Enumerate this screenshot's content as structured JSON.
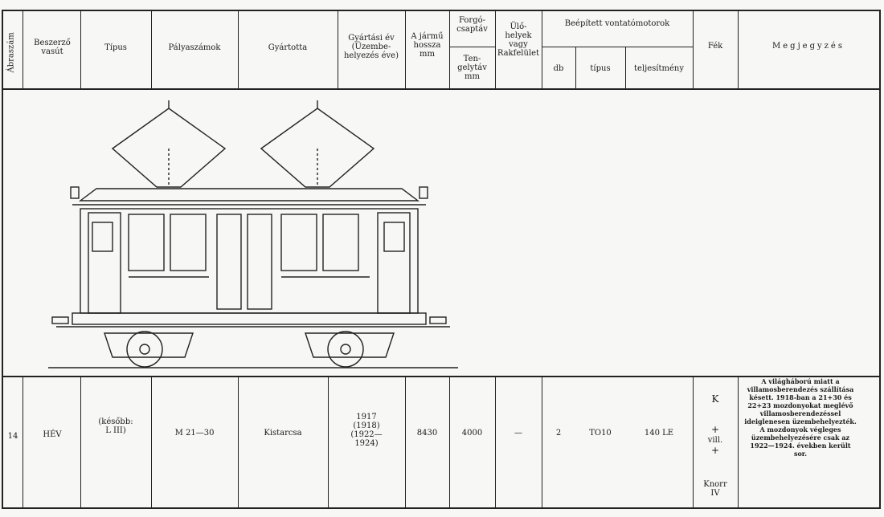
{
  "header": {
    "col_abraszam": "Ábraszám",
    "col_beszerzo": "Beszerző\nvasút",
    "col_tipus": "Típus",
    "col_palyaszamok": "Pályaszámok",
    "col_gyartotta": "Gyártotta",
    "col_gyartasi_ev": "Gyártási év\n(Üzembe-\nhelyezés éve)",
    "col_jarmu_hossza": "A jármű\nhossza\nmm",
    "col_forgocsaptav": "Forgó-\ncsaptáv",
    "col_tengelytav": "Ten-\ngelytáv\nmm",
    "col_ulohelyek": "Ülő-\nhelyek\nvagy\nRakfelület",
    "col_beepitett": "Beépített vontatómotorok",
    "col_db": "db",
    "col_motor_tipus": "típus",
    "col_teljesitmeny": "teljesítmény",
    "col_fek": "Fék",
    "col_megjegyzes": "Megjegyzés"
  },
  "row": {
    "abraszam": "14",
    "beszerzo": "HÉV",
    "tipus": "(később:\nL III)",
    "palyaszamok": "M 21—30",
    "gyartotta": "Kistarcsa",
    "gyartasi_ev": "1917\n(1918)\n(1922—\n1924)",
    "hossza": "8430",
    "tengelytav": "4000",
    "ulohelyek": "—",
    "db": "2",
    "motor_tipus": "TO10",
    "teljesitmeny": "140 LE",
    "fek_k": "K",
    "fek_plus1": "+",
    "fek_vill": "vill.",
    "fek_plus2": "+",
    "fek_knorr": "Knorr\nIV",
    "megjegyzes": "A világháború miatt a villamosberendezés szállítása késett. 1918-ban a 21+30 és 22+23 mozdonyokat meglévő villamosberendezéssel ideiglenesen üzembehelyezték. A mozdonyok végleges üzembehelyezésére csak az 1922—1924. években került sor."
  }
}
